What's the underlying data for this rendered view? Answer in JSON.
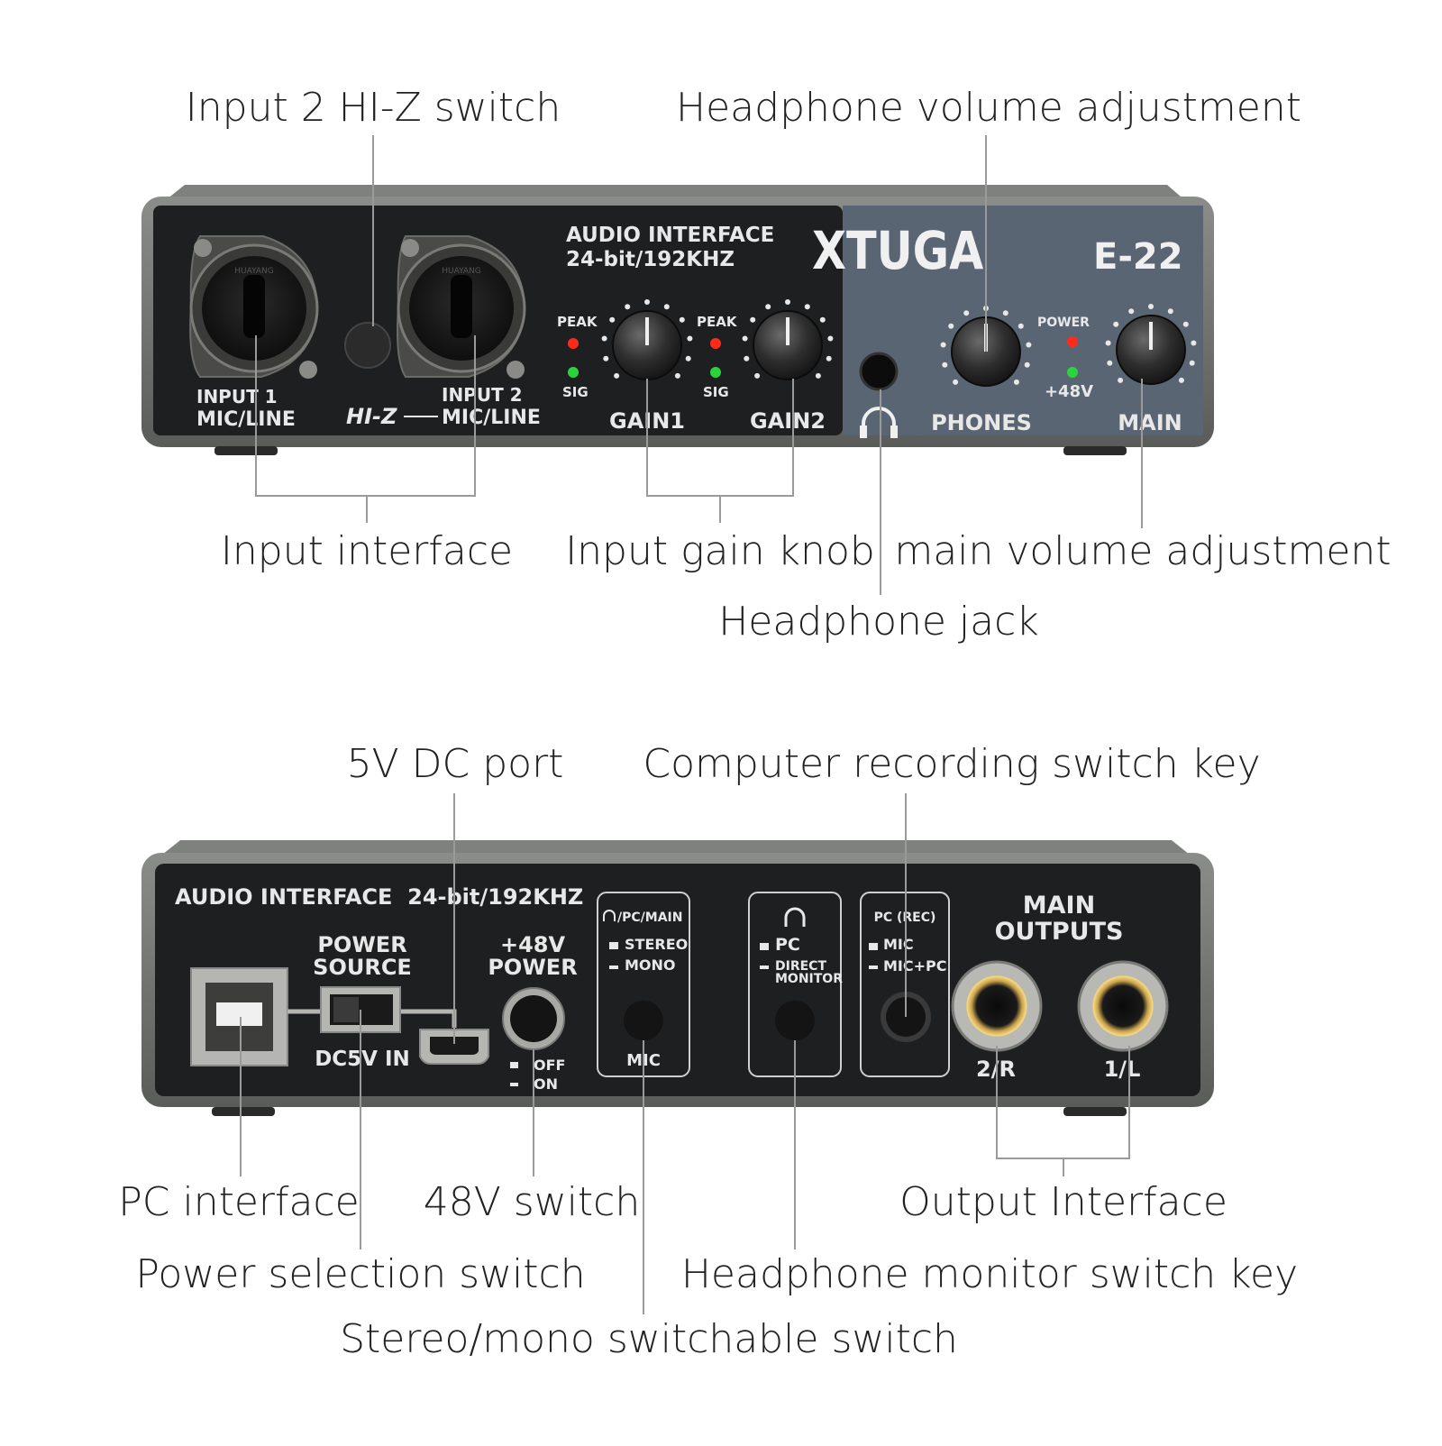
{
  "colors": {
    "chassis": "#6b6e6b",
    "panel": "#1e1f20",
    "blue_panel": "#5a6574",
    "peak_led": "#ff2a1a",
    "sig_led": "#2bd43a",
    "leader": "#9a9a9a"
  },
  "callouts": {
    "front": {
      "hiz_switch": "Input 2 HI-Z switch",
      "headphone_volume": "Headphone volume adjustment",
      "input_interface": "Input interface",
      "input_gain": "Input gain knob",
      "main_volume": "main volume adjustment",
      "headphone_jack": "Headphone jack"
    },
    "rear": {
      "dc_port": "5V DC port",
      "pc_recording": "Computer recording switch key",
      "pc_interface": "PC interface",
      "switch_48v": "48V switch",
      "output_interface": "Output Interface",
      "power_selection": "Power selection switch",
      "headphone_monitor": "Headphone monitor switch key",
      "stereo_mono": "Stereo/mono switchable switch"
    }
  },
  "front_panel": {
    "title_line1": "AUDIO INTERFACE",
    "title_line2": "24-bit/192KHZ",
    "brand": "XTUGA",
    "model": "E-22",
    "xlr_brand": "HUAYANG",
    "input1_line1": "INPUT 1",
    "input1_line2": "MIC/LINE",
    "input2_line1": "INPUT 2",
    "input2_line2": "MIC/LINE",
    "hiz": "HI-Z",
    "peak": "PEAK",
    "sig": "SIG",
    "gain1": "GAIN1",
    "gain2": "GAIN2",
    "phones": "PHONES",
    "power": "POWER",
    "phantom": "+48V",
    "main": "MAIN"
  },
  "rear_panel": {
    "title": "AUDIO INTERFACE  24-bit/192KHZ",
    "power_source_line1": "POWER",
    "power_source_line2": "SOURCE",
    "dc5v_in": "DC5V IN",
    "phantom_line1": "+48V",
    "phantom_line2": "POWER",
    "off": "OFF",
    "on": "ON",
    "monitor_header": "/PC/MAIN",
    "stereo": "STEREO",
    "mono": "MONO",
    "mic": "MIC",
    "pc": "PC",
    "direct_line1": "DIRECT",
    "direct_line2": "MONITOR",
    "pc_rec": "PC (REC)",
    "rec_mic": "MIC",
    "rec_mic_pc": "MIC+PC",
    "main_outputs_line1": "MAIN",
    "main_outputs_line2": "OUTPUTS",
    "out_2r": "2/R",
    "out_1l": "1/L"
  }
}
